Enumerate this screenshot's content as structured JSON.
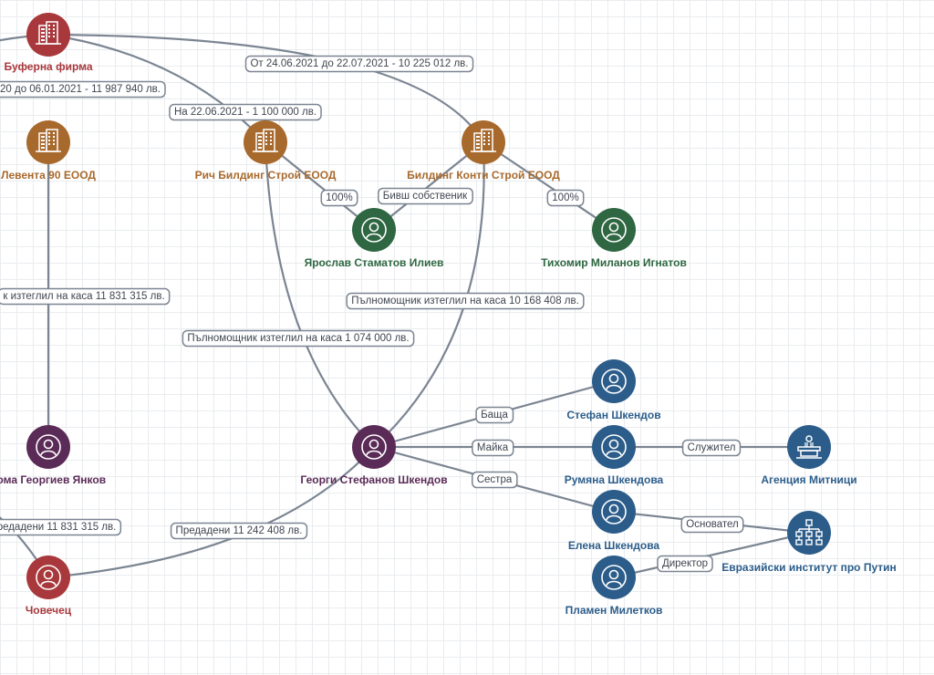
{
  "colors": {
    "red": "#a8383b",
    "orange": "#a8692d",
    "green": "#2e6741",
    "purple": "#5b2b57",
    "blue": "#2c5d8a",
    "edge": "#7b8592",
    "label_text": "#3f4650"
  },
  "nodes": [
    {
      "id": "bufer",
      "label": "Буферна фирма",
      "icon": "building-icon",
      "color": "red"
    },
    {
      "id": "leventa",
      "label": "Левента 90 ЕООД",
      "icon": "building-icon",
      "color": "orange"
    },
    {
      "id": "rich",
      "label": "Рич Билдинг Строй ЕООД",
      "icon": "building-icon",
      "color": "orange"
    },
    {
      "id": "konti",
      "label": "Билдинг Конти Строй ЕООД",
      "icon": "building-icon",
      "color": "orange"
    },
    {
      "id": "yaroslav",
      "label": "Ярослав Стаматов Илиев",
      "icon": "person-icon",
      "color": "green"
    },
    {
      "id": "tihomir",
      "label": "Тихомир Миланов Игнатов",
      "icon": "person-icon",
      "color": "green"
    },
    {
      "id": "yankov",
      "label": "Тома Георгиев Янков",
      "icon": "person-icon",
      "color": "purple"
    },
    {
      "id": "georgi",
      "label": "Георги Стефанов Шкендов",
      "icon": "person-icon",
      "color": "purple"
    },
    {
      "id": "chovek",
      "label": "Човечец",
      "icon": "person-icon",
      "color": "red"
    },
    {
      "id": "stefan",
      "label": "Стефан Шкендов",
      "icon": "person-icon",
      "color": "blue"
    },
    {
      "id": "rumyana",
      "label": "Румяна Шкендова",
      "icon": "person-icon",
      "color": "blue"
    },
    {
      "id": "elena",
      "label": "Елена Шкендова",
      "icon": "person-icon",
      "color": "blue"
    },
    {
      "id": "plamen",
      "label": "Пламен Милетков",
      "icon": "person-icon",
      "color": "blue"
    },
    {
      "id": "agency",
      "label": "Агенция Митници",
      "icon": "government-icon",
      "color": "blue"
    },
    {
      "id": "institute",
      "label": "Евразийски институт про Путин",
      "icon": "organization-icon",
      "color": "blue"
    }
  ],
  "edges": [
    {
      "id": "e1",
      "from": "bufer",
      "to": "rich",
      "label": "На 22.06.2021 - 1 100 000 лв."
    },
    {
      "id": "e2",
      "from": "bufer",
      "to": "konti",
      "label": "От 24.06.2021 до 22.07.2021 - 10 225 012 лв."
    },
    {
      "id": "e3",
      "from": "bufer",
      "to": "offscreen-left",
      "label": "20 до 06.01.2021 - 11 987 940 лв."
    },
    {
      "id": "e4",
      "from": "leventa",
      "to": "yankov",
      "label": "к изтеглил на каса 11 831 315 лв."
    },
    {
      "id": "e5",
      "from": "rich",
      "to": "yaroslav",
      "label": "100%"
    },
    {
      "id": "e6",
      "from": "konti",
      "to": "yaroslav",
      "label": "Бивш собственик"
    },
    {
      "id": "e7",
      "from": "konti",
      "to": "tihomir",
      "label": "100%"
    },
    {
      "id": "e8",
      "from": "konti",
      "to": "georgi",
      "label": "Пълномощник изтеглил на каса 10 168 408 лв."
    },
    {
      "id": "e9",
      "from": "rich",
      "to": "georgi",
      "label": "Пълномощник изтеглил на каса 1 074 000 лв."
    },
    {
      "id": "e10",
      "from": "yankov",
      "to": "chovek",
      "label": "редадени 11 831 315 лв."
    },
    {
      "id": "e11",
      "from": "georgi",
      "to": "chovek",
      "label": "Предадени 11 242 408 лв."
    },
    {
      "id": "e12",
      "from": "georgi",
      "to": "stefan",
      "label": "Баща"
    },
    {
      "id": "e13",
      "from": "georgi",
      "to": "rumyana",
      "label": "Майка"
    },
    {
      "id": "e14",
      "from": "georgi",
      "to": "elena",
      "label": "Сестра"
    },
    {
      "id": "e15",
      "from": "rumyana",
      "to": "agency",
      "label": "Служител"
    },
    {
      "id": "e16",
      "from": "elena",
      "to": "institute",
      "label": "Основател"
    },
    {
      "id": "e17",
      "from": "plamen",
      "to": "institute",
      "label": "Директор"
    }
  ]
}
